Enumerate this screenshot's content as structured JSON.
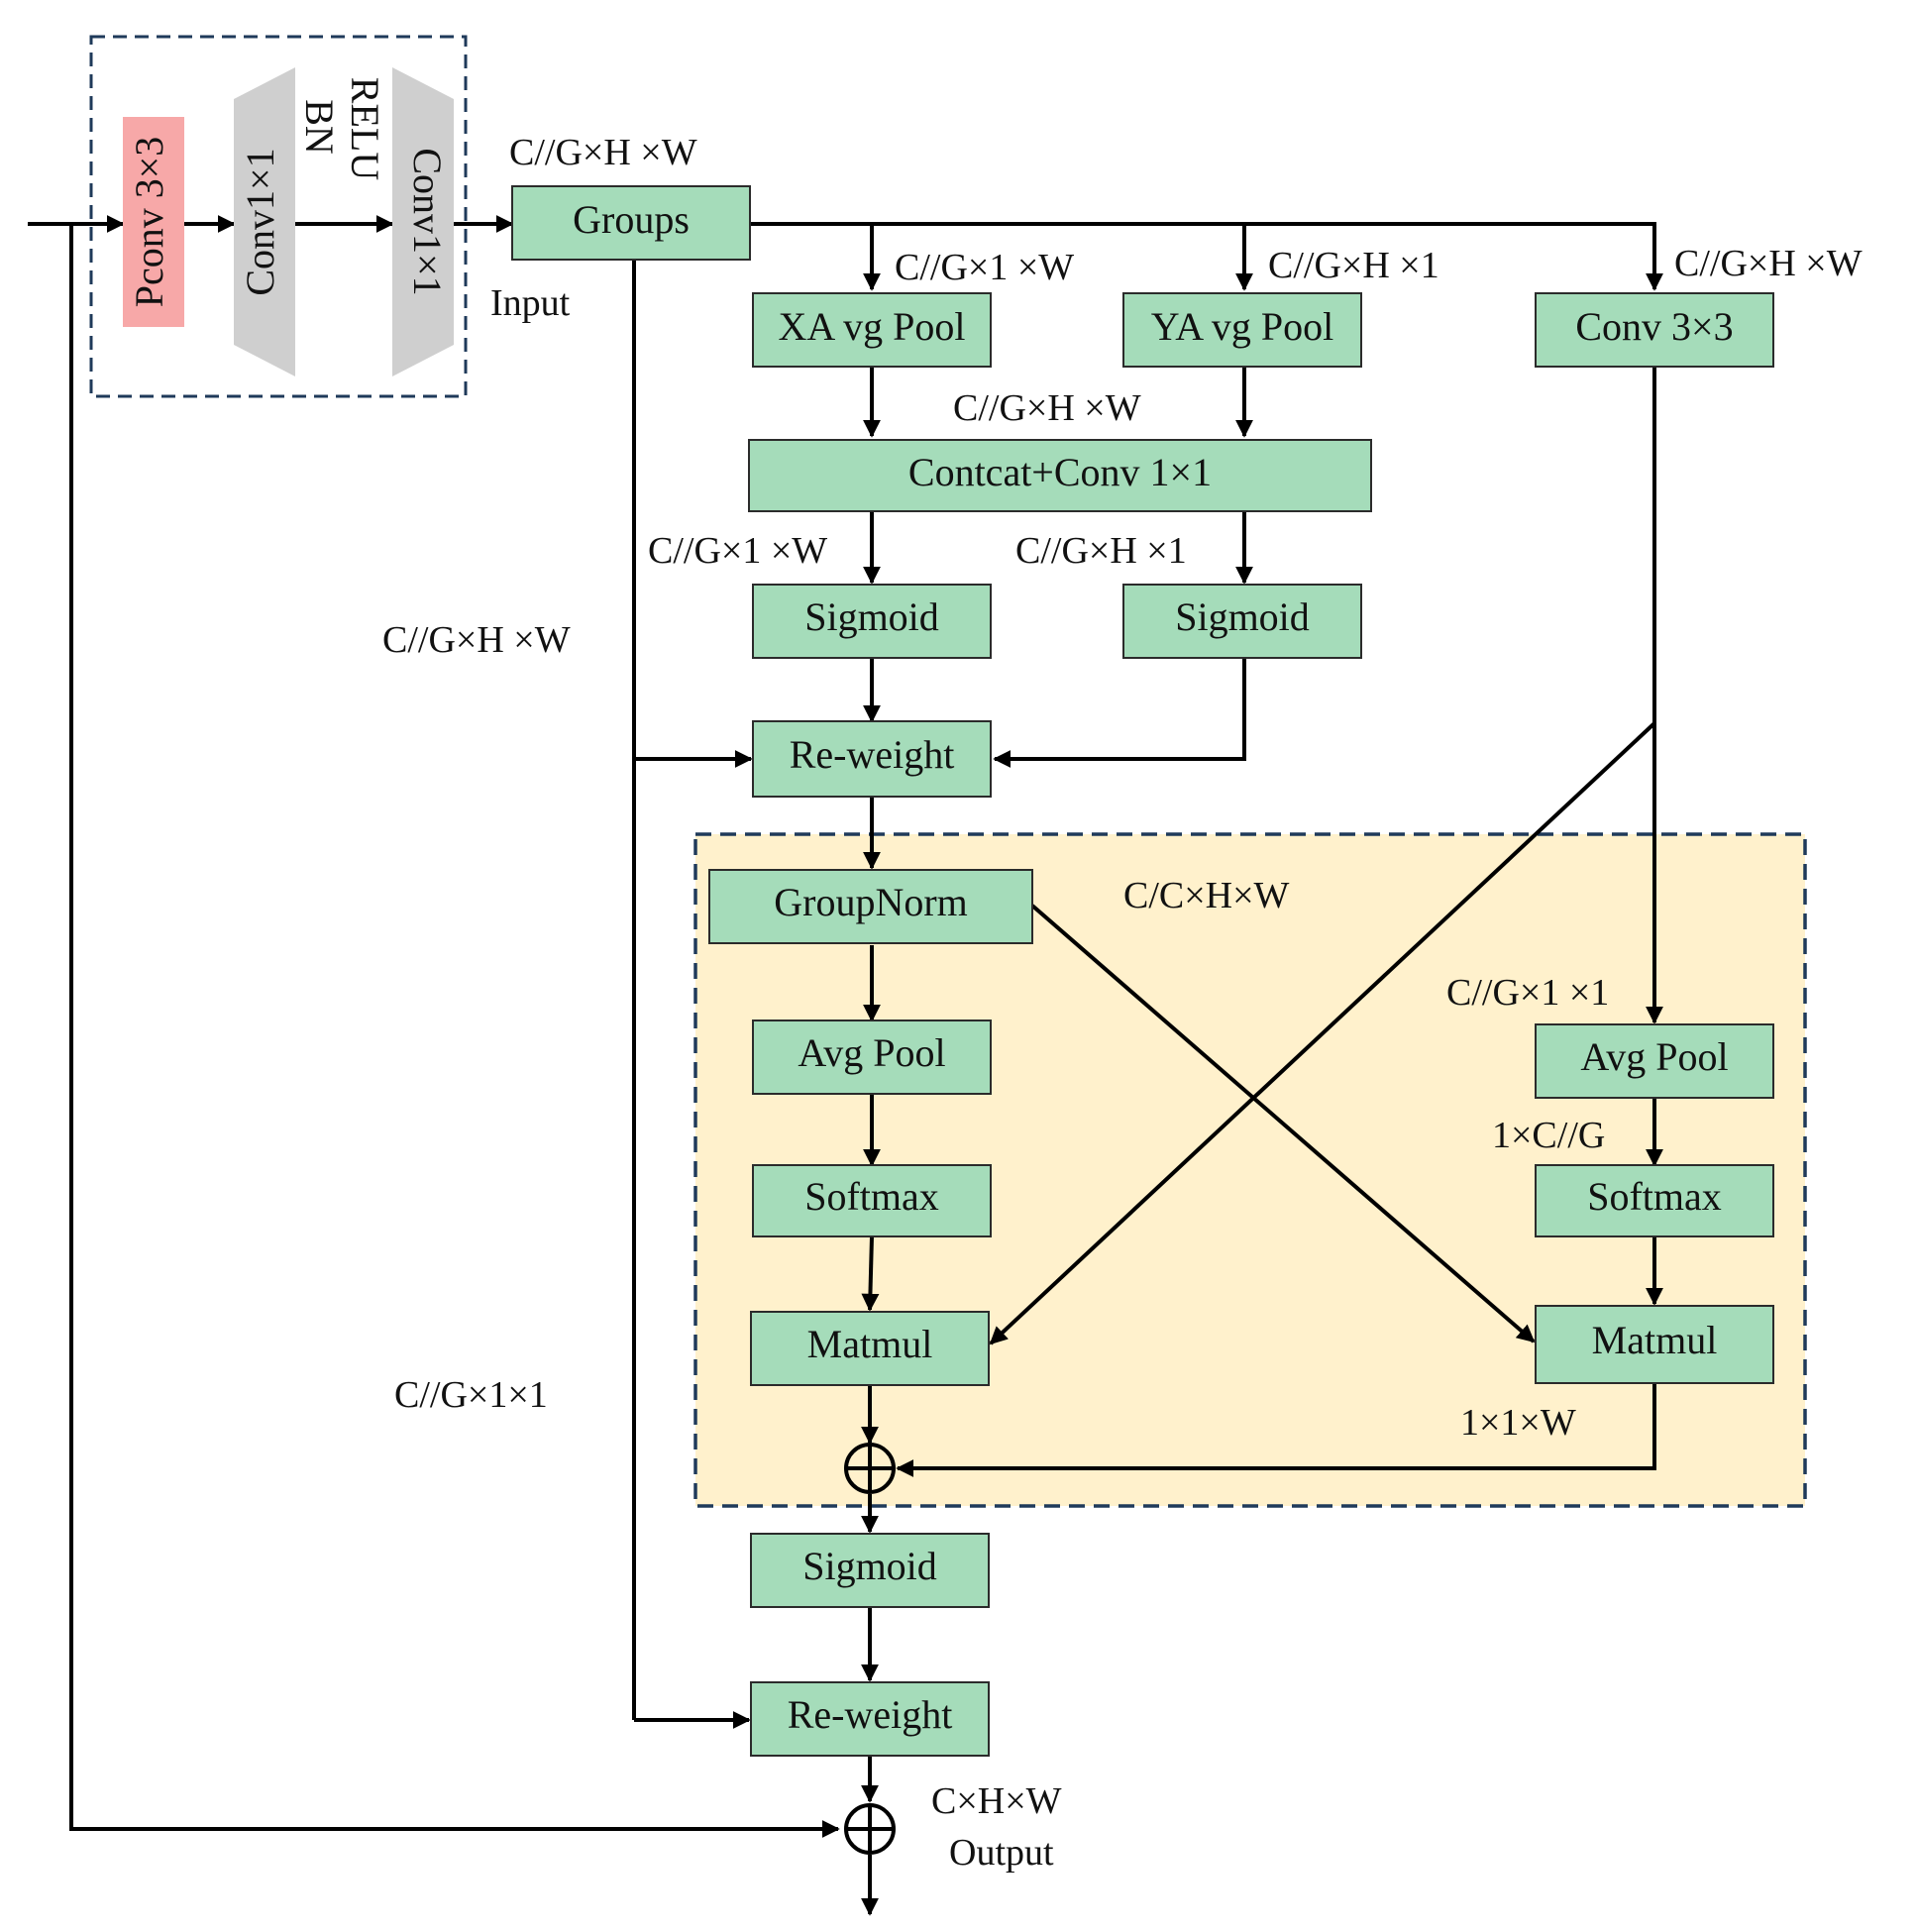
{
  "blocks": {
    "pconv": "Pconv 3×3",
    "conv1_a": "Conv1×1",
    "bn": "BN",
    "relu": "RELU",
    "conv1_b": "Conv1×1",
    "groups": "Groups",
    "xavg": "XA vg Pool",
    "yavg": "YA vg Pool",
    "conv3": "Conv 3×3",
    "concat": "Contcat+Conv 1×1",
    "sig_left": "Sigmoid",
    "sig_right": "Sigmoid",
    "reweight_top": "Re-weight",
    "groupnorm": "GroupNorm",
    "avgpool_left": "Avg Pool",
    "softmax_left": "Softmax",
    "matmul_left": "Matmul",
    "avgpool_right": "Avg Pool",
    "softmax_right": "Softmax",
    "matmul_right": "Matmul",
    "sig_bottom": "Sigmoid",
    "reweight_bottom": "Re-weight"
  },
  "labels": {
    "input": "Input",
    "groups_in": "C//G×H ×W",
    "x_pool_dim": "C//G×1 ×W",
    "y_pool_dim": "C//G×H ×1",
    "conv3_dim": "C//G×H ×W",
    "concat_dim": "C//G×H ×W",
    "left_branch_dim": "C//G×1 ×W",
    "right_branch_dim": "C//G×H ×1",
    "skip_dim": "C//G×H ×W",
    "gn_dim": "C/C×H×W",
    "avg_right_dim": "C//G×1 ×1",
    "softmax_right_dim": "1×C//G",
    "matmul_right_dim": "1×1×W",
    "side_dim": "C//G×1×1",
    "output_dim": "C×H×W",
    "output": "Output"
  }
}
